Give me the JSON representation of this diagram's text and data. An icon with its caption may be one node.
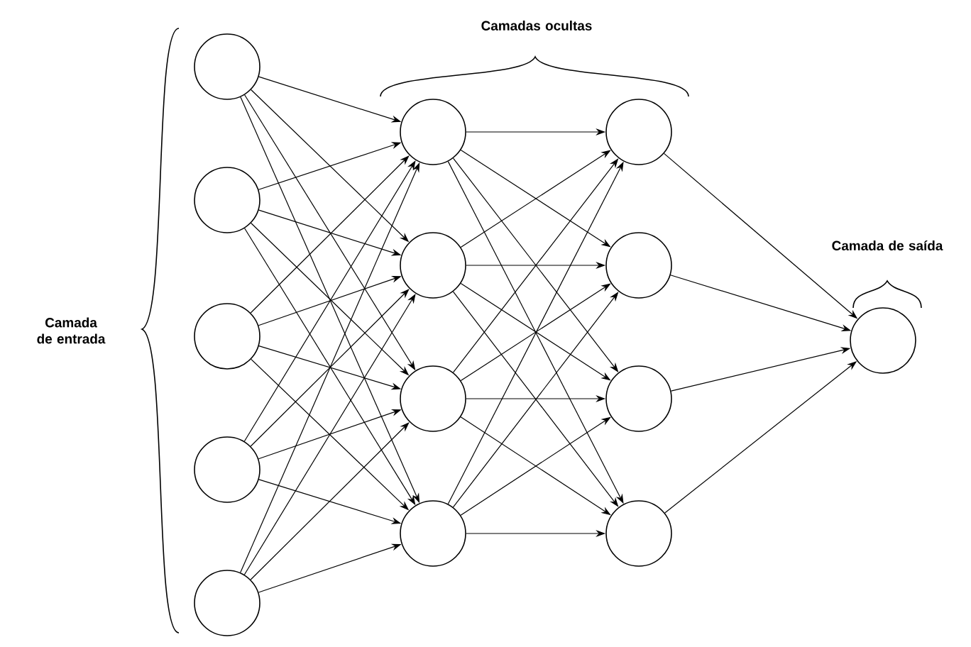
{
  "diagram": {
    "nodes": [
      {
        "text": [],
        "shape": "circle"
      },
      {
        "text": [],
        "shape": "circle"
      },
      {
        "text": [],
        "shape": "circle"
      },
      {
        "text": [],
        "shape": "circle"
      },
      {
        "text": [],
        "shape": "circle"
      },
      {
        "text": [],
        "shape": "circle"
      },
      {
        "text": [],
        "shape": "circle"
      },
      {
        "text": [],
        "shape": "circle"
      },
      {
        "text": [],
        "shape": "circle"
      },
      {
        "text": [],
        "shape": "circle"
      },
      {
        "text": [],
        "shape": "circle"
      },
      {
        "text": [],
        "shape": "circle"
      },
      {
        "text": [],
        "shape": "circle"
      },
      {
        "text": [],
        "shape": "circle"
      }
    ],
    "edges": [
      {
        "from": 0,
        "to": 5,
        "arrow": "to"
      },
      {
        "from": 0,
        "to": 6,
        "arrow": "to"
      },
      {
        "from": 0,
        "to": 7,
        "arrow": "to"
      },
      {
        "from": 0,
        "to": 8,
        "arrow": "to"
      },
      {
        "from": 1,
        "to": 5,
        "arrow": "to"
      },
      {
        "from": 1,
        "to": 6,
        "arrow": "to"
      },
      {
        "from": 1,
        "to": 7,
        "arrow": "to"
      },
      {
        "from": 1,
        "to": 8,
        "arrow": "to"
      },
      {
        "from": 2,
        "to": 5,
        "arrow": "to"
      },
      {
        "from": 2,
        "to": 6,
        "arrow": "to"
      },
      {
        "from": 2,
        "to": 7,
        "arrow": "to"
      },
      {
        "from": 2,
        "to": 8,
        "arrow": "to"
      },
      {
        "from": 3,
        "to": 5,
        "arrow": "to"
      },
      {
        "from": 3,
        "to": 6,
        "arrow": "to"
      },
      {
        "from": 3,
        "to": 7,
        "arrow": "to"
      },
      {
        "from": 3,
        "to": 8,
        "arrow": "to"
      },
      {
        "from": 4,
        "to": 5,
        "arrow": "to"
      },
      {
        "from": 4,
        "to": 6,
        "arrow": "to"
      },
      {
        "from": 4,
        "to": 7,
        "arrow": "to"
      },
      {
        "from": 4,
        "to": 8,
        "arrow": "to"
      },
      {
        "from": 5,
        "to": 9,
        "arrow": "to"
      },
      {
        "from": 5,
        "to": 10,
        "arrow": "to"
      },
      {
        "from": 5,
        "to": 11,
        "arrow": "to"
      },
      {
        "from": 5,
        "to": 12,
        "arrow": "to"
      },
      {
        "from": 6,
        "to": 9,
        "arrow": "to"
      },
      {
        "from": 6,
        "to": 10,
        "arrow": "to"
      },
      {
        "from": 6,
        "to": 11,
        "arrow": "to"
      },
      {
        "from": 6,
        "to": 12,
        "arrow": "to"
      },
      {
        "from": 7,
        "to": 9,
        "arrow": "to"
      },
      {
        "from": 7,
        "to": 10,
        "arrow": "to"
      },
      {
        "from": 7,
        "to": 11,
        "arrow": "to"
      },
      {
        "from": 7,
        "to": 12,
        "arrow": "to"
      },
      {
        "from": 8,
        "to": 9,
        "arrow": "to"
      },
      {
        "from": 8,
        "to": 10,
        "arrow": "to"
      },
      {
        "from": 8,
        "to": 11,
        "arrow": "to"
      },
      {
        "from": 8,
        "to": 12,
        "arrow": "to"
      },
      {
        "from": 9,
        "to": 13,
        "arrow": "to"
      },
      {
        "from": 10,
        "to": 13,
        "arrow": "to"
      },
      {
        "from": 11,
        "to": 13,
        "arrow": "to"
      },
      {
        "from": 12,
        "to": 13,
        "arrow": "to"
      }
    ],
    "labels": [
      "Camadas ocultas",
      "Camada de saída",
      "Camada de entrada"
    ]
  }
}
